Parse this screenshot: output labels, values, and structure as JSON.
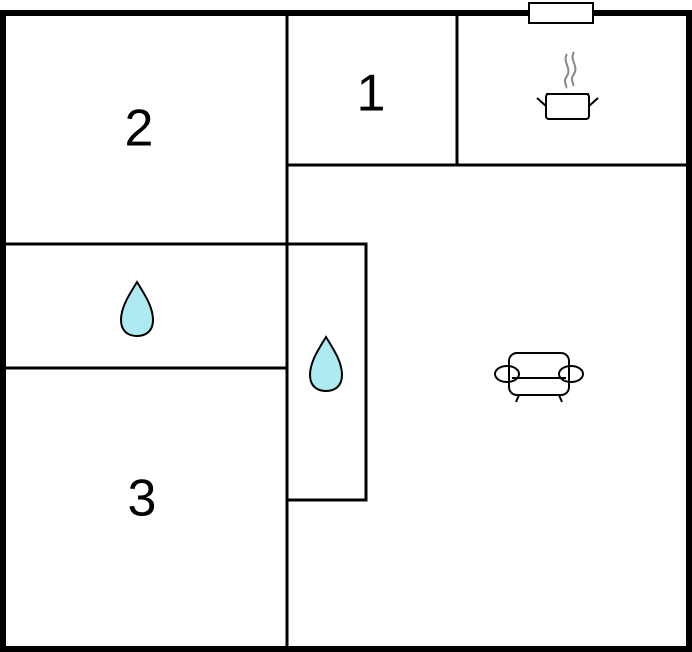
{
  "rooms": [
    {
      "label": "1"
    },
    {
      "label": "2"
    },
    {
      "label": "3"
    }
  ],
  "icons": {
    "kitchen": "cooking-pot-icon",
    "living": "sofa-icon",
    "bathroom_1": "water-drop-icon",
    "bathroom_2": "water-drop-icon",
    "window": "window-icon"
  },
  "colors": {
    "water_drop": "#aeeaf2",
    "walls": "#000000",
    "steam": "#888888"
  }
}
